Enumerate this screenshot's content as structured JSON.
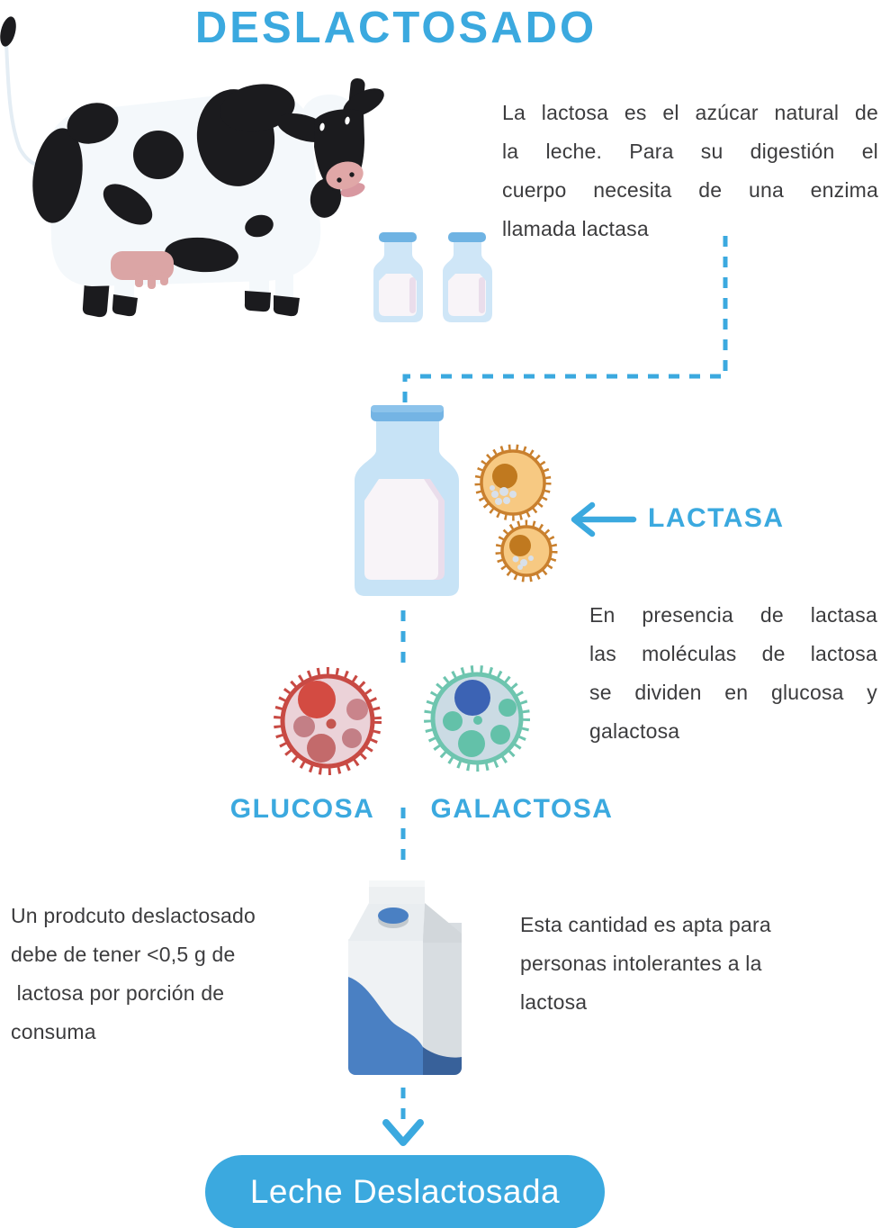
{
  "title": "DESLACTOSADO",
  "colors": {
    "accent": "#3BA9DF",
    "text": "#3C3C3E",
    "button_bg": "#3BA9DF",
    "button_text": "#FFFFFF",
    "glucose_red": "#C84A44",
    "galactose_teal": "#6EC5AF",
    "enzyme_orange": "#C9802E",
    "bottle_blue": "#74B4E4",
    "carton_blue": "#4A80C3"
  },
  "paragraphs": {
    "intro": {
      "justify": true,
      "lines": [
        "La lactosa es el azúcar natural de",
        "la leche. Para su digestión el",
        "cuerpo necesita de una enzima",
        "llamada lactasa"
      ]
    },
    "reaction": {
      "justify": true,
      "lines": [
        "En presencia de lactasa",
        "las moléculas de lactosa",
        "se dividen en glucosa y",
        "galactosa"
      ]
    },
    "threshold": {
      "justify": false,
      "lines": [
        "Un prodcuto deslactosado",
        "debe de tener <0,5 g de",
        " lactosa por porción de",
        "consuma"
      ]
    },
    "aptness": {
      "justify": false,
      "lines": [
        "Esta cantidad es apta para",
        "personas intolerantes a la",
        "lactosa"
      ]
    }
  },
  "labels": {
    "lactasa": "LACTASA",
    "glucosa": "GLUCOSA",
    "galactosa": "GALACTOSA"
  },
  "button": {
    "label": "Leche Deslactosada"
  },
  "icons": {
    "cow": "cow-illustration",
    "milk_bottles": "milk-bottles-icon",
    "milk_bottle": "milk-bottle-icon",
    "enzyme_cells": "lactase-enzyme-cells-icon",
    "glucose": "glucose-molecule-icon",
    "galactose": "galactose-molecule-icon",
    "carton": "milk-carton-icon",
    "left_arrow": "left-arrow-icon",
    "down_arrow": "down-arrow-icon"
  }
}
